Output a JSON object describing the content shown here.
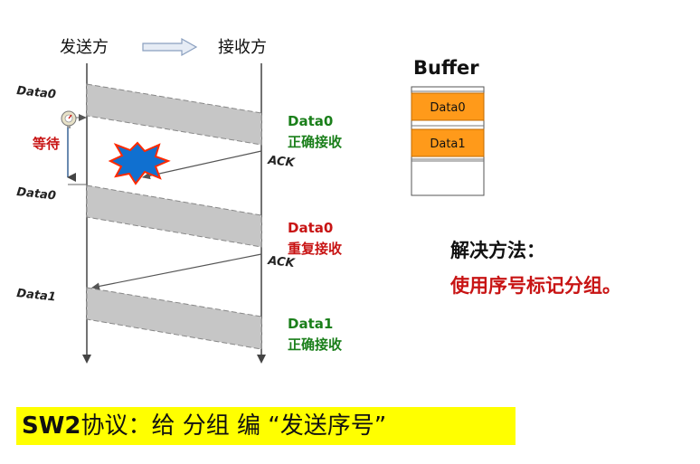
{
  "header": {
    "sender_label": "发送方",
    "receiver_label": "接收方"
  },
  "frames": {
    "data0_first": "Data0",
    "data0_retransmit": "Data0",
    "data1": "Data1"
  },
  "sender": {
    "wait_label": "等待"
  },
  "acks": {
    "ack1": "ACK",
    "ack2": "ACK"
  },
  "receiver_events": {
    "e1_frame": "Data0",
    "e1_status": "正确接收",
    "e2_frame": "Data0",
    "e2_status": "重复接收",
    "e3_frame": "Data1",
    "e3_status": "正确接收"
  },
  "buffer": {
    "title": "Buffer",
    "slot1": "Data0",
    "slot2": "Data1"
  },
  "solution": {
    "heading": "解决方法：",
    "text": "使用序号标记分组。"
  },
  "footer": {
    "protocol": "SW2",
    "rest": "协议：给 分组 编 “发送序号”"
  },
  "colors": {
    "green": "#1a7f1a",
    "red": "#c81414",
    "orange": "#ff9a1a",
    "yellow": "#ffff00",
    "explosion": "#1070d0"
  }
}
